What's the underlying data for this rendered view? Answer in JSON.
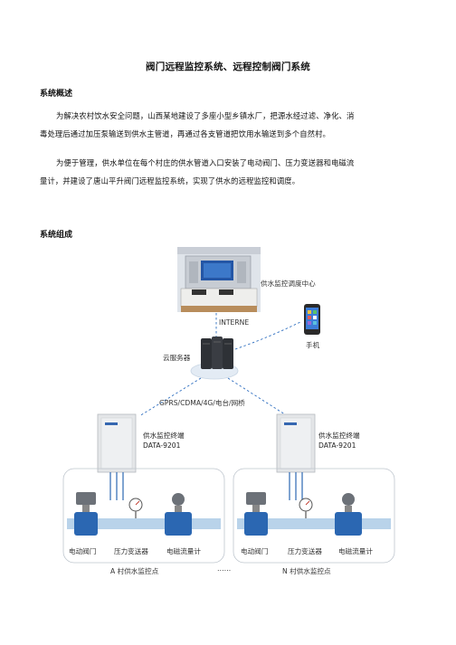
{
  "document": {
    "title": "阀门远程监控系统、远程控制阀门系统",
    "section1": {
      "heading": "系统概述",
      "p1_line1": "为解决农村饮水安全问题，山西某地建设了多座小型乡镇水厂，把源水经过滤、净化、消",
      "p1_line2": "毒处理后通过加压泵输送到供水主管道，再通过各支管道把饮用水输送到多个自然村。",
      "p2_line1": "为便于管理，供水单位在每个村庄的供水管道入口安装了电动阀门、压力变送器和电磁流",
      "p2_line2": "量计，并建设了唐山平升阀门远程监控系统，实现了供水的远程监控和调度。"
    },
    "section2": {
      "heading": "系统组成"
    }
  },
  "diagram": {
    "control_center": "供水监控调度中心",
    "internet": "INTERNE",
    "phone": "手机",
    "cloud_server": "云服务器",
    "network": "GPRS/CDMA/4G/电台/网桥",
    "terminal_a_name": "供水监控终端",
    "terminal_a_model": "DATA-9201",
    "terminal_n_name": "供水监控终端",
    "terminal_n_model": "DATA-9201",
    "site_a": {
      "valve": "电动阀门",
      "pressure": "压力变送器",
      "flowmeter": "电磁流量计",
      "caption": "A 村供水监控点"
    },
    "site_n": {
      "valve": "电动阀门",
      "pressure": "压力变送器",
      "flowmeter": "电磁流量计",
      "caption": "N 村供水监控点"
    },
    "ellipsis": "……"
  },
  "colors": {
    "pipe": "#b9d3ea",
    "valve_blue": "#2b67b2",
    "dash_blue": "#2f6fc0",
    "cabinet": "#e4e6e8"
  }
}
